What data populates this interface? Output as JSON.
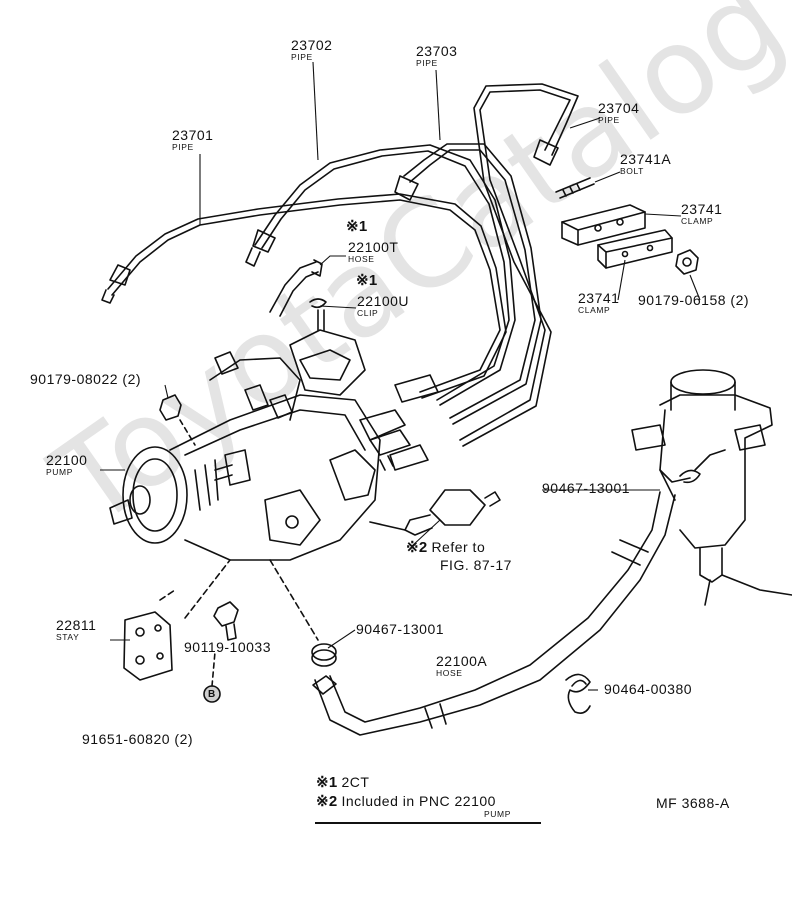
{
  "watermark": "ToyotaCatalog.ru",
  "parts": {
    "p23701": {
      "num": "23701",
      "name": "PIPE"
    },
    "p23702": {
      "num": "23702",
      "name": "PIPE"
    },
    "p23703": {
      "num": "23703",
      "name": "PIPE"
    },
    "p23704": {
      "num": "23704",
      "name": "PIPE"
    },
    "p23741A": {
      "num": "23741A",
      "name": "BOLT"
    },
    "p23741a": {
      "num": "23741",
      "name": "CLAMP"
    },
    "p23741b": {
      "num": "23741",
      "name": "CLAMP"
    },
    "p90179_06158": {
      "num": "90179-06158 (2)"
    },
    "p22100T": {
      "mark": "※1",
      "num": "22100T",
      "name": "HOSE"
    },
    "p22100U": {
      "mark": "※1",
      "num": "22100U",
      "name": "CLIP"
    },
    "p90179_08022": {
      "num": "90179-08022 (2)"
    },
    "p22100": {
      "num": "22100",
      "name": "PUMP"
    },
    "p90467_a": {
      "num": "90467-13001"
    },
    "refer": {
      "mark": "※2",
      "line1": "Refer to",
      "line2": "FIG. 87-17"
    },
    "p22811": {
      "num": "22811",
      "name": "STAY"
    },
    "p90119": {
      "num": "90119-10033"
    },
    "p90467_b": {
      "num": "90467-13001"
    },
    "p22100A": {
      "num": "22100A",
      "name": "HOSE"
    },
    "p90464": {
      "num": "90464-00380"
    },
    "p91651": {
      "num": "91651-60820 (2)"
    },
    "b_marker": "B"
  },
  "legend": {
    "n1_mark": "※1",
    "n1_text": "2CT",
    "n2_mark": "※2",
    "n2_text": "Included in PNC 22100",
    "n2_sub": "PUMP"
  },
  "figure_code": "MF  3688-A"
}
